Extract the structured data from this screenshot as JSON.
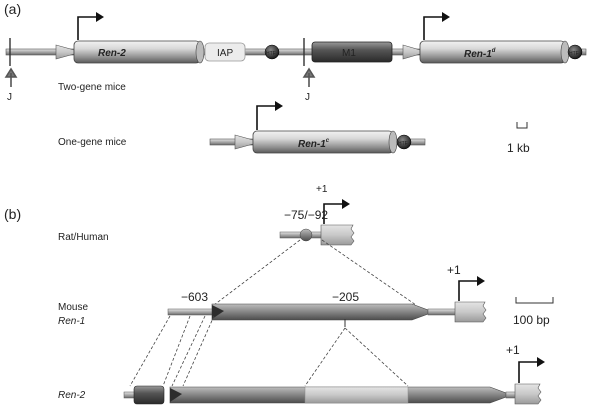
{
  "panel_a": {
    "label": "(a)",
    "two_gene_label": "Two-gene mice",
    "one_gene_label": "One-gene mice",
    "junction_label": "J",
    "gene_ren2": "Ren-2",
    "iap": "IAP",
    "m1": "M1",
    "gene_ren1d": "Ren-1",
    "gene_ren1d_sup": "d",
    "gene_ren1c": "Ren-1",
    "gene_ren1c_sup": "c",
    "tf": "HTF",
    "scale_label": "1 kb"
  },
  "panel_b": {
    "label": "(b)",
    "rat_human_label": "Rat/Human",
    "rat_position": "−75/−92",
    "rat_tss": "+1",
    "mouse_label": "Mouse",
    "mouse_gene": "Ren-1",
    "mouse_pos_603": "−603",
    "mouse_pos_205": "−205",
    "mouse_tss": "+1",
    "ren2_label": "Ren-2",
    "ren2_tss": "+1",
    "scale_label": "100 bp"
  },
  "colors": {
    "cylinder_light": "#d6d6d6",
    "cylinder_dark": "#555555",
    "iap_fill": "#e8e8e8",
    "line": "#333333"
  }
}
